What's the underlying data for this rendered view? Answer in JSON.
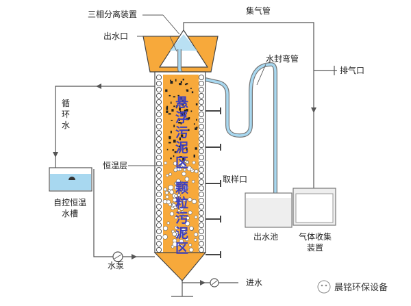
{
  "labels": {
    "three_phase_separator": "三相分离装置",
    "gas_header": "集气管",
    "outlet": "出水口",
    "water_seal": "水封弯管",
    "exhaust": "排气口",
    "recycle": [
      "循",
      "环",
      "水"
    ],
    "insulation": "恒温层",
    "sampling": "取样口",
    "tank": [
      "自控恒温",
      "水槽"
    ],
    "effluent_pool": "出水池",
    "gas_collector": [
      "气体收集",
      "装置"
    ],
    "pump": "水泵",
    "influent": "进水"
  },
  "zones": {
    "suspended": [
      "悬",
      "浮",
      "污",
      "泥",
      "区"
    ],
    "granular": [
      "颗",
      "粒",
      "污",
      "泥",
      "区"
    ]
  },
  "watermark": {
    "text": "晨铭环保设备"
  },
  "colors": {
    "sludge_orange": "#f7a93b",
    "water_blue": "#a8d8f0",
    "outline": "#444444",
    "zone_text": "#3d3fbf"
  }
}
